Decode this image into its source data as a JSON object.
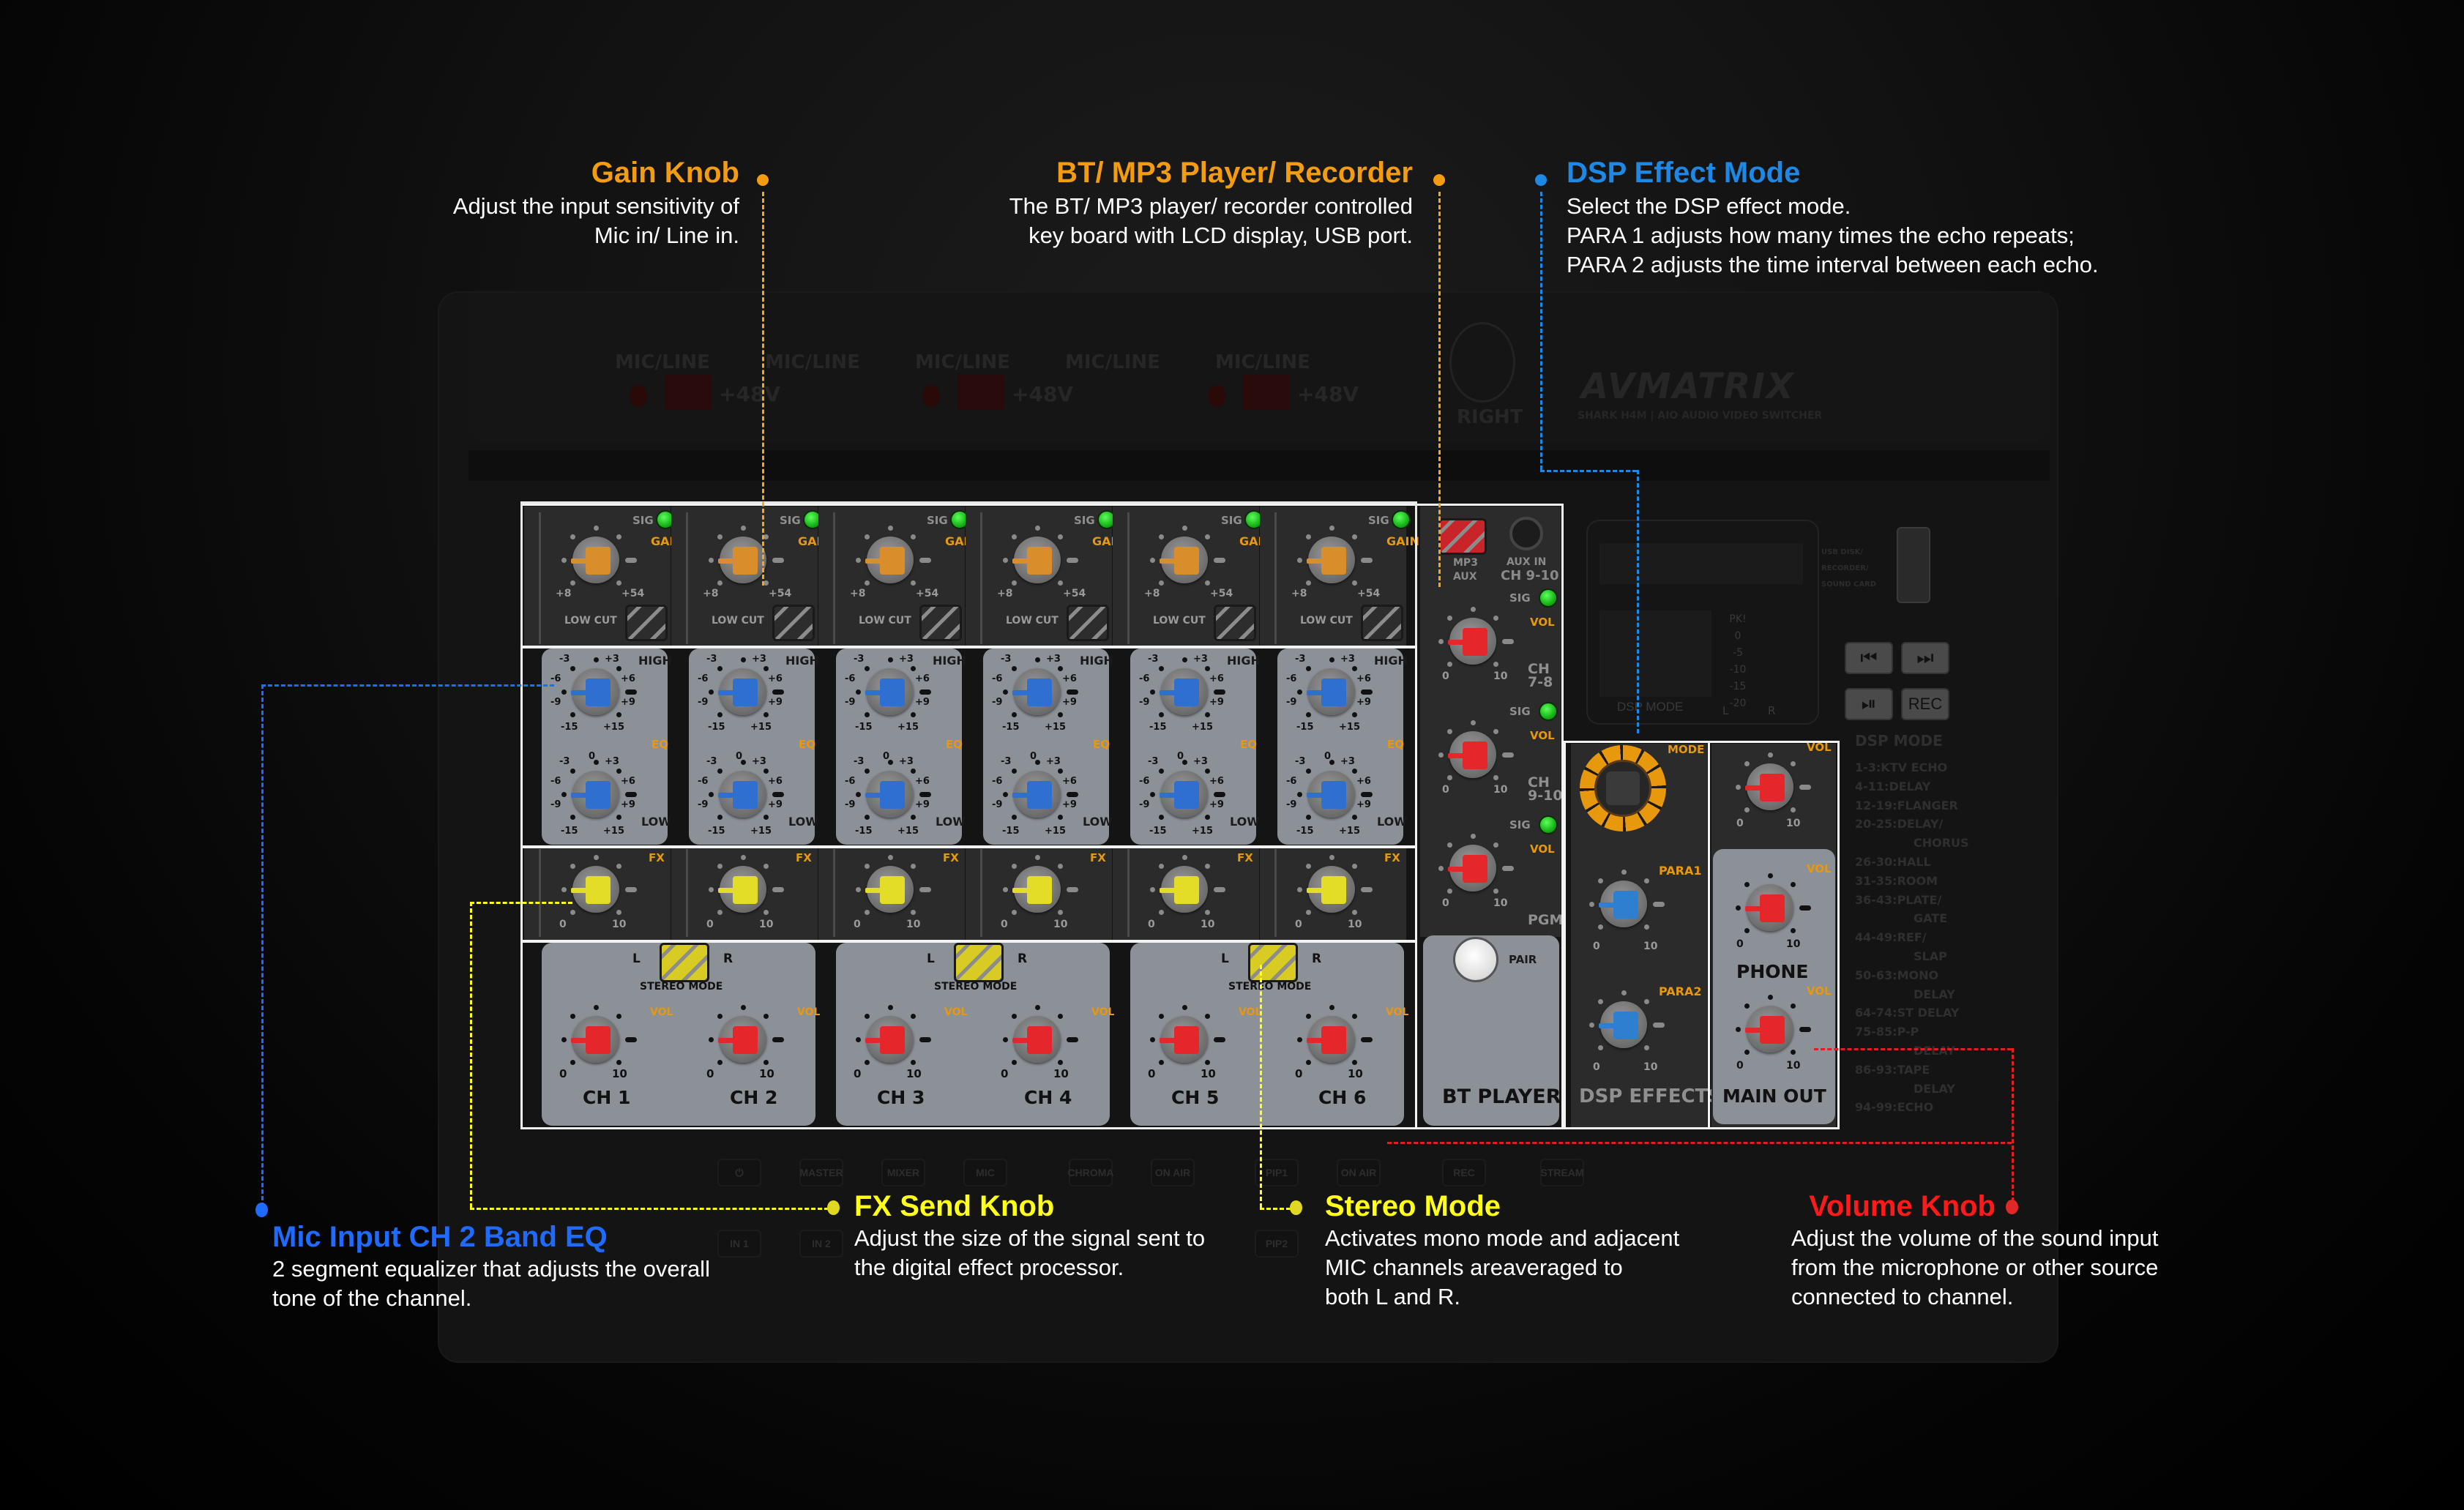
{
  "callouts": {
    "gain": {
      "title": "Gain Knob",
      "lines": [
        "Adjust the input sensitivity of",
        "Mic in/ Line in."
      ],
      "color": "#f39c12"
    },
    "bt": {
      "title": "BT/ MP3 Player/ Recorder",
      "lines": [
        "The BT/ MP3 player/ recorder controlled",
        "key board with LCD display, USB port."
      ],
      "color": "#f39c12"
    },
    "dsp": {
      "title": "DSP Effect Mode",
      "lines": [
        "Select the DSP effect mode.",
        "PARA 1 adjusts how many times the echo repeats;",
        "PARA 2 adjusts the time interval between each echo."
      ],
      "color": "#1e88e5"
    },
    "eq": {
      "title": "Mic Input CH 2 Band EQ",
      "lines": [
        "2 segment equalizer that adjusts the overall",
        "tone of the channel."
      ],
      "color": "#1f6bff"
    },
    "fx": {
      "title": "FX Send Knob",
      "lines": [
        "Adjust the size of the signal sent to",
        "the digital effect processor."
      ],
      "color": "#ffff1a"
    },
    "stereo": {
      "title": "Stereo Mode",
      "lines": [
        "Activates mono mode and adjacent",
        "MIC channels areaveraged to",
        "both L and R."
      ],
      "color": "#ffff1a"
    },
    "volume": {
      "title": "Volume Knob",
      "lines": [
        "Adjust the volume of the sound input",
        "from the microphone or other source",
        "connected to channel."
      ],
      "color": "#ff1a1a"
    }
  },
  "channels": [
    {
      "name": "CH 1"
    },
    {
      "name": "CH 2"
    },
    {
      "name": "CH 3"
    },
    {
      "name": "CH 4"
    },
    {
      "name": "CH 5"
    },
    {
      "name": "CH 6"
    }
  ],
  "strip_labels": {
    "sig": "SIG",
    "gain": "GAIN",
    "gain_min": "+8",
    "gain_max": "+54",
    "low_cut": "LOW CUT",
    "high": "HIGH",
    "low": "LOW",
    "eq": "EQ",
    "eq_scale": {
      "minus3": "-3",
      "plus3": "+3",
      "minus6": "-6",
      "plus6": "+6",
      "minus9": "-9",
      "plus9": "+9",
      "minus15": "-15",
      "plus15": "+15",
      "zero": "0"
    },
    "fx": "FX",
    "vol": "VOL",
    "knob_min": "0",
    "knob_max": "10",
    "left": "L",
    "right": "R",
    "stereo_mode": "STEREO MODE"
  },
  "bt_column": {
    "mp3": "MP3",
    "aux": "AUX",
    "aux_in": "AUX IN",
    "aux_ch": "CH 9-10",
    "ch78_a": "CH",
    "ch78_b": "7-8",
    "ch910_a": "CH",
    "ch910_b": "9-10",
    "pgm": "PGM",
    "pair": "PAIR",
    "bt_player": "BT PLAYER"
  },
  "dsp_section": {
    "mode": "MODE",
    "para1": "PARA1",
    "para2": "PARA2",
    "title": "DSP EFFECTS"
  },
  "output_section": {
    "vol": "VOL",
    "phone": "PHONE",
    "main_out": "MAIN OUT"
  },
  "display": {
    "dsp_mode": "DSP MODE",
    "meter_labels": [
      "PK!",
      "0",
      "-5",
      "-10",
      "-15",
      "-20"
    ],
    "meter_l": "L",
    "meter_r": "R",
    "usb_lines": [
      "USB DISK/",
      "RECORDER/",
      "SOUND CARD"
    ]
  },
  "transport": {
    "prev_icon": "⏮",
    "next_icon": "⏭",
    "play_pause_icon": "⏯",
    "rec": "REC"
  },
  "dsp_mode_list": {
    "header": "DSP MODE",
    "items": [
      "1-3:KTV ECHO",
      "4-11:DELAY",
      "12-19:FLANGER",
      "20-25:DELAY/",
      "CHORUS",
      "26-30:HALL",
      "31-35:ROOM",
      "36-43:PLATE/",
      "GATE",
      "44-49:REF/",
      "SLAP",
      "50-63:MONO",
      "DELAY",
      "64-74:ST DELAY",
      "75-85:P-P",
      "DELAY",
      "86-93:TAPE",
      "DELAY",
      "94-99:ECHO"
    ]
  },
  "background_device": {
    "mic_line": "MIC/LINE",
    "phantom": "+48V",
    "right": "RIGHT",
    "brand": "AVMATRIX",
    "model": "SHARK H4M | AIO AUDIO VIDEO SWITCHER",
    "bottom_buttons_row1": [
      "⏻",
      "MASTER",
      "MIXER",
      "MIC",
      "CHROMA",
      "ON AIR",
      "PIP1",
      "ON AIR",
      "REC",
      "STREAM"
    ],
    "bottom_buttons_row2": [
      "IN 1",
      "IN 2",
      "",
      "",
      "",
      "",
      "PIP2",
      "",
      "",
      ""
    ]
  }
}
